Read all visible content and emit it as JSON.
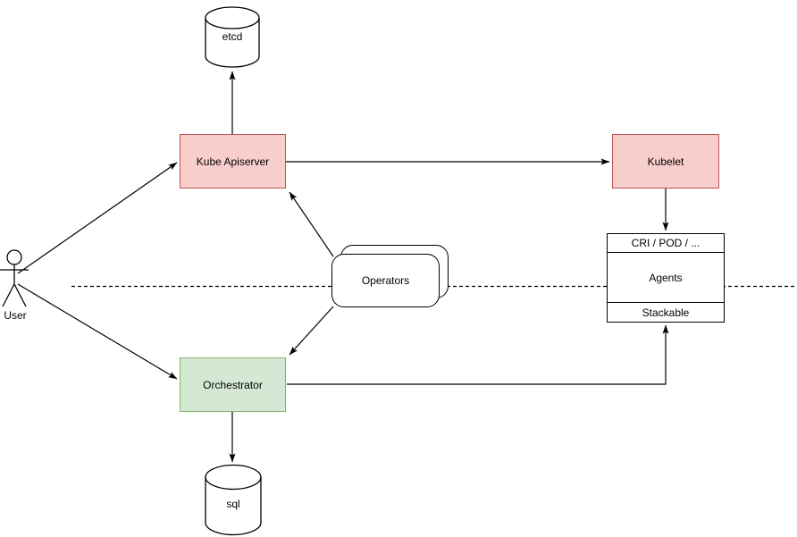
{
  "nodes": {
    "etcd": {
      "label": "etcd",
      "shape": "cylinder",
      "fill": "#ffffff",
      "stroke": "#000000"
    },
    "kube_apiserver": {
      "label": "Kube Apiserver",
      "shape": "rectangle",
      "fill": "#f8cecc",
      "stroke": "#b85450"
    },
    "kubelet": {
      "label": "Kubelet",
      "shape": "rectangle",
      "fill": "#f8cecc",
      "stroke": "#b85450"
    },
    "agents": {
      "header": "CRI / POD / ...",
      "body": "Agents",
      "footer": "Stackable",
      "shape": "stacked-rectangle",
      "fill": "#ffffff",
      "stroke": "#000000"
    },
    "operators": {
      "label": "Operators",
      "shape": "stacked-rounded-rectangle",
      "fill": "#ffffff",
      "stroke": "#000000"
    },
    "orchestrator": {
      "label": "Orchestrator",
      "shape": "rectangle",
      "fill": "#d5e8d4",
      "stroke": "#82b366"
    },
    "sql": {
      "label": "sql",
      "shape": "cylinder",
      "fill": "#ffffff",
      "stroke": "#000000"
    },
    "user": {
      "label": "User",
      "shape": "actor",
      "stroke": "#000000"
    }
  },
  "edges": [
    {
      "from": "user",
      "to": "kube_apiserver",
      "arrow": "end",
      "style": "solid"
    },
    {
      "from": "user",
      "to": "orchestrator",
      "arrow": "end",
      "style": "solid"
    },
    {
      "from": "kube_apiserver",
      "to": "etcd",
      "arrow": "end",
      "style": "solid"
    },
    {
      "from": "kube_apiserver",
      "to": "kubelet",
      "arrow": "end",
      "style": "solid"
    },
    {
      "from": "kubelet",
      "to": "agents",
      "arrow": "end",
      "style": "solid"
    },
    {
      "from": "operators",
      "to": "kube_apiserver",
      "arrow": "end",
      "style": "solid"
    },
    {
      "from": "operators",
      "to": "orchestrator",
      "arrow": "end",
      "style": "solid"
    },
    {
      "from": "orchestrator",
      "to": "sql",
      "arrow": "end",
      "style": "solid"
    },
    {
      "from": "orchestrator",
      "to": "agents",
      "arrow": "end",
      "style": "solid",
      "routing": "orthogonal"
    }
  ],
  "separator": {
    "style": "dashed",
    "orientation": "horizontal",
    "color": "#000000"
  },
  "colors": {
    "background": "#ffffff",
    "line": "#000000",
    "red_fill": "#f8cecc",
    "red_stroke": "#b85450",
    "green_fill": "#d5e8d4",
    "green_stroke": "#82b366"
  }
}
